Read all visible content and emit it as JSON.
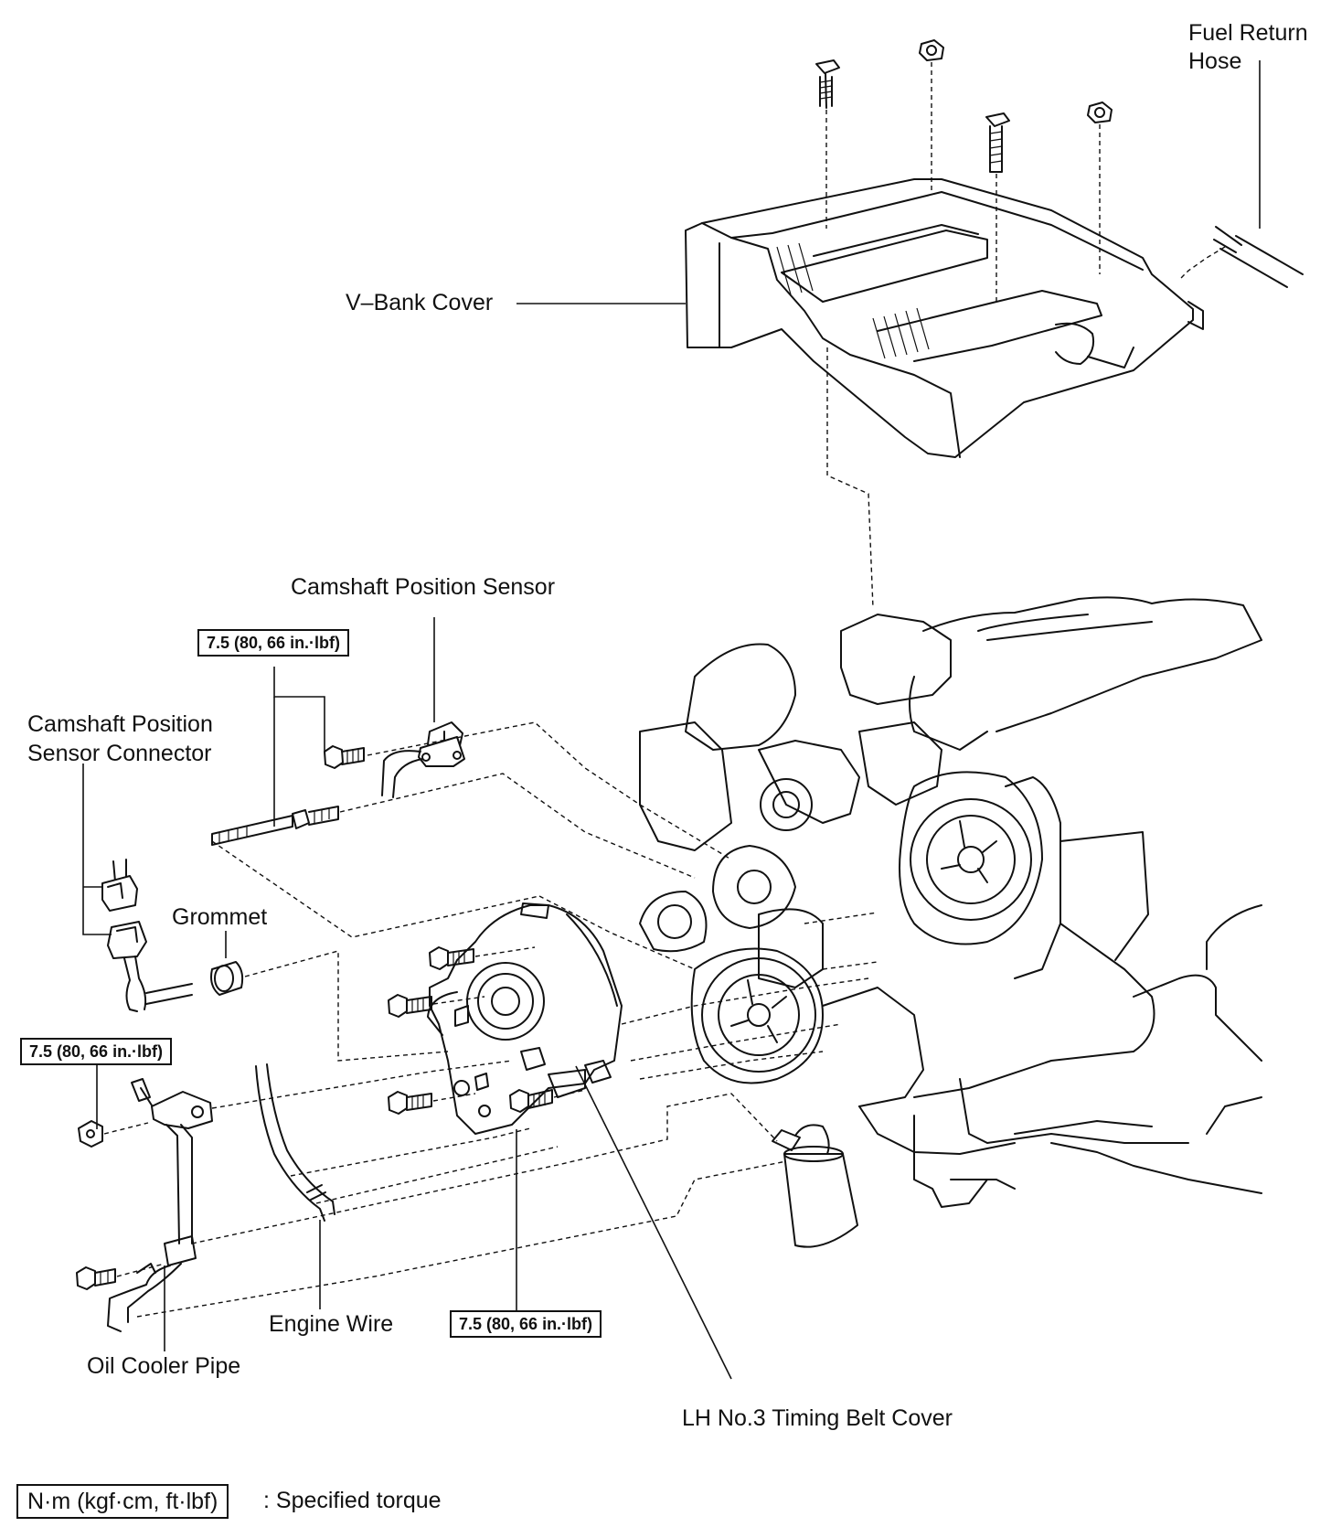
{
  "labels": {
    "fuel_return_hose": "Fuel Return\nHose",
    "v_bank_cover": "V–Bank Cover",
    "camshaft_position_sensor": "Camshaft Position Sensor",
    "camshaft_position_sensor_connector": "Camshaft Position\nSensor Connector",
    "grommet": "Grommet",
    "engine_wire": "Engine Wire",
    "oil_cooler_pipe": "Oil Cooler Pipe",
    "lh_no3_timing_belt_cover": "LH No.3 Timing Belt Cover"
  },
  "torque_specs": {
    "sensor_bolt": "7.5 (80, 66 in.·lbf)",
    "oil_cooler_pipe_nut": "7.5 (80, 66 in.·lbf)",
    "timing_cover_bolt": "7.5 (80, 66 in.·lbf)"
  },
  "legend": {
    "unit_box": "N·m (kgf·cm, ft·lbf)",
    "description": ": Specified torque"
  }
}
